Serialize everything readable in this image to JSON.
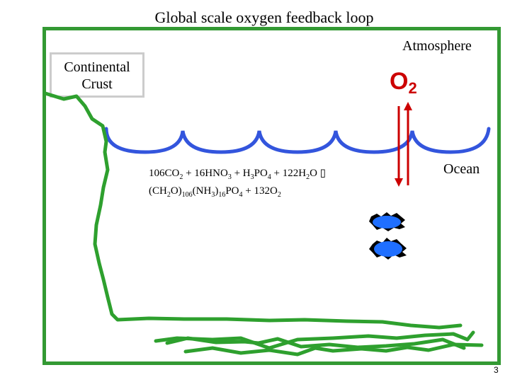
{
  "title": "Global scale oxygen feedback loop",
  "atmosphere_label": "Atmosphere",
  "crust_label_line1": "Continental",
  "crust_label_line2": "Crust",
  "o2_main": "O",
  "o2_sub": "2",
  "ocean_label": "Ocean",
  "equation": {
    "line1": [
      {
        "t": "106CO"
      },
      {
        "s": "2"
      },
      {
        "t": "  + 16HNO"
      },
      {
        "s": "3"
      },
      {
        "t": "  + H"
      },
      {
        "s": "3"
      },
      {
        "t": "PO"
      },
      {
        "s": "4"
      },
      {
        "t": "  + 122H"
      },
      {
        "s": "2"
      },
      {
        "t": "O ▯"
      }
    ],
    "line2": [
      {
        "t": "(CH"
      },
      {
        "s": "2"
      },
      {
        "t": "O)"
      },
      {
        "s": "106"
      },
      {
        "t": "(NH"
      },
      {
        "s": "3"
      },
      {
        "t": ")"
      },
      {
        "s": "16"
      },
      {
        "t": "PO"
      },
      {
        "s": "4"
      },
      {
        "t": " + 132O"
      },
      {
        "s": "2"
      }
    ]
  },
  "page_number": "3",
  "colors": {
    "frame": "#339933",
    "ocean_surface": "#3355dd",
    "arrows": "#cc0000",
    "o2": "#cc0000",
    "organisms": "#1f6fff",
    "sediment": "#2ea02e"
  }
}
